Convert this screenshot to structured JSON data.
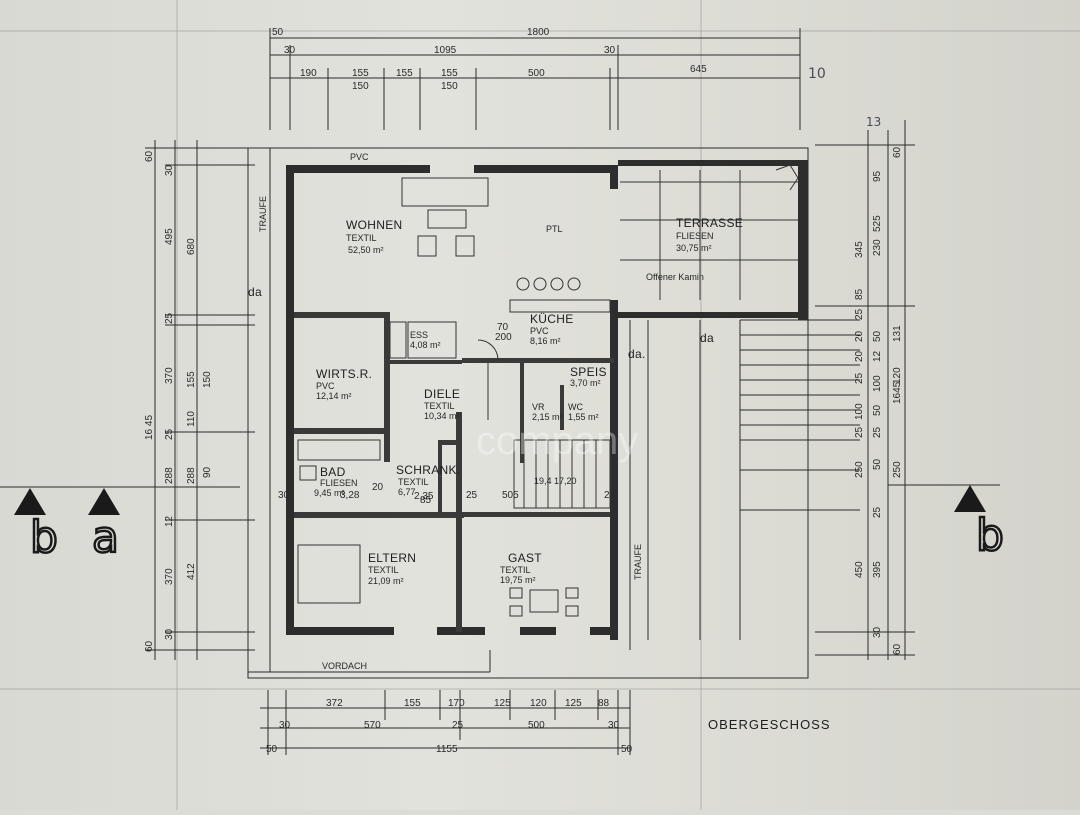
{
  "title": "OBERGESCHOSS",
  "watermark": "company",
  "dims_top": {
    "total": "1800",
    "left_50": "50",
    "row2_30a": "30",
    "row2_1095": "1095",
    "row2_30b": "30",
    "row2_645": "645",
    "seg_190": "190",
    "seg_155a": "155",
    "seg_155b": "155",
    "seg_155c": "155",
    "seg_500": "500",
    "sub_150a": "150",
    "sub_150b": "150"
  },
  "dims_bottom": {
    "seg_372": "372",
    "seg_155": "155",
    "seg_170": "170",
    "seg_125a": "125",
    "seg_120": "120",
    "seg_125b": "125",
    "seg_88": "88",
    "row2_30a": "30",
    "row2_570": "570",
    "row2_25": "25",
    "row2_500": "500",
    "row2_30b": "30",
    "total_50a": "50",
    "total_1155": "1155",
    "total_50b": "50"
  },
  "dims_left": {
    "v60a": "60",
    "v30a": "30",
    "v495": "495",
    "v680": "680",
    "v25a": "25",
    "v370a": "370",
    "v155": "155",
    "v150": "150",
    "v110": "110",
    "v25b": "25",
    "v1645": "16 45",
    "v288a": "288",
    "v288b": "288",
    "v90": "90",
    "v12": "12",
    "v370b": "370",
    "v412": "412",
    "v30b": "30",
    "v60b": "60"
  },
  "dims_right": {
    "v60a": "60",
    "v95": "95",
    "v525": "525",
    "v345": "345",
    "v230": "230",
    "v85": "85",
    "v25a": "25",
    "v20a": "20",
    "v50a": "50",
    "v131": "131",
    "v20b": "20",
    "v12": "12",
    "v25b": "25",
    "v100a": "100",
    "v120": "120",
    "v100b": "100",
    "v50b": "50",
    "v1645": "1645",
    "v25c": "25",
    "v25d": "25",
    "v250a": "250",
    "v50c": "50",
    "v250b": "250",
    "v25e": "25",
    "v450": "450",
    "v395": "395",
    "v30": "30",
    "v60b": "60"
  },
  "rooms": {
    "wohnen": {
      "name": "WOHNEN",
      "floor": "TEXTIL",
      "area": "52,50 m²"
    },
    "terrasse": {
      "name": "TERRASSE",
      "floor": "FLIESEN",
      "area": "30,75 m²"
    },
    "kamin": "Offener Kamin",
    "kueche": {
      "name": "KÜCHE",
      "floor": "PVC",
      "area": "8,16 m²"
    },
    "ess": {
      "name": "ESS",
      "area": "4,08 m²"
    },
    "wirtsr": {
      "name": "WIRTS.R.",
      "floor": "PVC",
      "area": "12,14 m²"
    },
    "diele": {
      "name": "DIELE",
      "floor": "TEXTIL",
      "area": "10,34 m²"
    },
    "speis": {
      "name": "SPEIS",
      "area": "3,70 m²"
    },
    "vr": {
      "name": "VR",
      "area": "2,15 m²"
    },
    "wc": {
      "name": "WC",
      "area": "1,55 m²"
    },
    "bad": {
      "name": "BAD",
      "floor": "FLIESEN",
      "area": "9,45 m²"
    },
    "schrank": {
      "name": "SCHRANK.",
      "floor": "TEXTIL",
      "area": "6,77"
    },
    "eltern": {
      "name": "ELTERN",
      "floor": "TEXTIL",
      "area": "21,09 m²"
    },
    "gast": {
      "name": "GAST",
      "floor": "TEXTIL",
      "area": "19,75 m²"
    }
  },
  "labels": {
    "traufe_left": "TRAUFE",
    "traufe_right": "TRAUFE",
    "vordach": "VORDACH",
    "da1": "da",
    "da2": "da.",
    "da3": "da",
    "section_b_left": "b",
    "section_a_left": "a",
    "section_b_right": "b",
    "pvc": "PVC",
    "ptl": "PTL",
    "stairs": "19,4 17,20",
    "door_70_200a": "70",
    "door_70_200b": "200",
    "door_85": "85",
    "door_505": "505",
    "door_25a": "25",
    "door_25b": "25",
    "door_328": "3,28",
    "door_235": "2,35",
    "door_30": "30",
    "door_20": "20"
  },
  "annotations": {
    "top_right": "10",
    "top_right2": "13"
  }
}
